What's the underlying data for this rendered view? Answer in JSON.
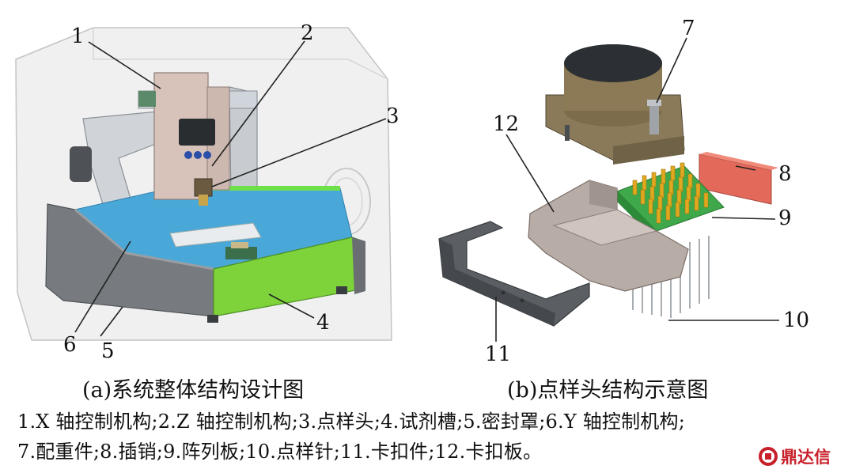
{
  "labels_a": [
    "1",
    "2",
    "3",
    "4",
    "5",
    "6"
  ],
  "labels_b": [
    "7",
    "8",
    "9",
    "10",
    "11",
    "12"
  ],
  "caption_a": "(a)系统整体结构设计图",
  "caption_b": "(b)点样头结构示意图",
  "legend_line1": "1.X 轴控制机构;2.Z 轴控制机构;3.点样头;4.试剂槽;5.密封罩;6.Y 轴控制机构;",
  "legend_line2": "7.配重件;8.插销;9.阵列板;10.点样针;11.卡扣件;12.卡扣板。",
  "watermark": "鼎达信",
  "colors": {
    "enclosure": "#d9d9d9",
    "base_platform": "#4aa8d8",
    "reagent_tray": "#7ed33a",
    "frame_gray": "#6a6e72",
    "array_plate": "#3fa84a",
    "pins_gold": "#e0a820",
    "latch_pin": "#e36a5a",
    "weight_bronze": "#8a7a5a",
    "watermark_red": "#c8202a"
  }
}
